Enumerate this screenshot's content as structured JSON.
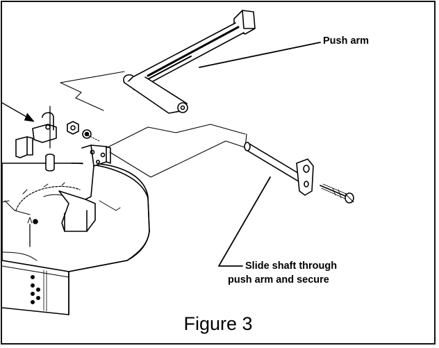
{
  "labels": {
    "push_arm": "Push arm",
    "slide_shaft_line1": "Slide shaft through",
    "slide_shaft_line2": "push arm and secure"
  },
  "caption": "Figure 3"
}
